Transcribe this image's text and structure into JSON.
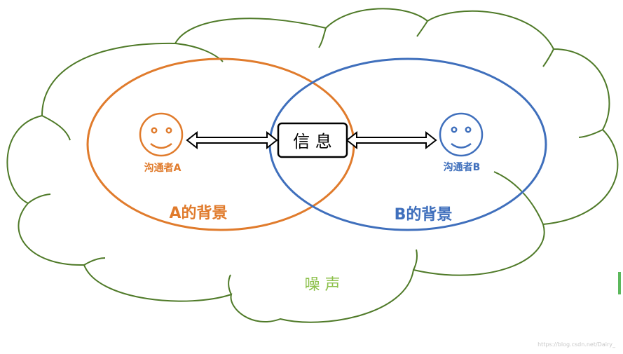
{
  "diagram": {
    "center_message": "信 息",
    "person_a": {
      "label": "沟通者A",
      "background_label": "A的背景",
      "face_icon": "smiley-face-icon"
    },
    "person_b": {
      "label": "沟通者B",
      "background_label": "B的背景",
      "face_icon": "smiley-face-icon"
    },
    "noise_label": "噪 声",
    "watermark": "https://blog.csdn.net/Dairy_",
    "colors": {
      "cloud": "#4f7a28",
      "person_a": "#e07b2c",
      "person_b": "#3f6fbc",
      "noise": "#8cc04a",
      "arrow": "#000000"
    }
  }
}
